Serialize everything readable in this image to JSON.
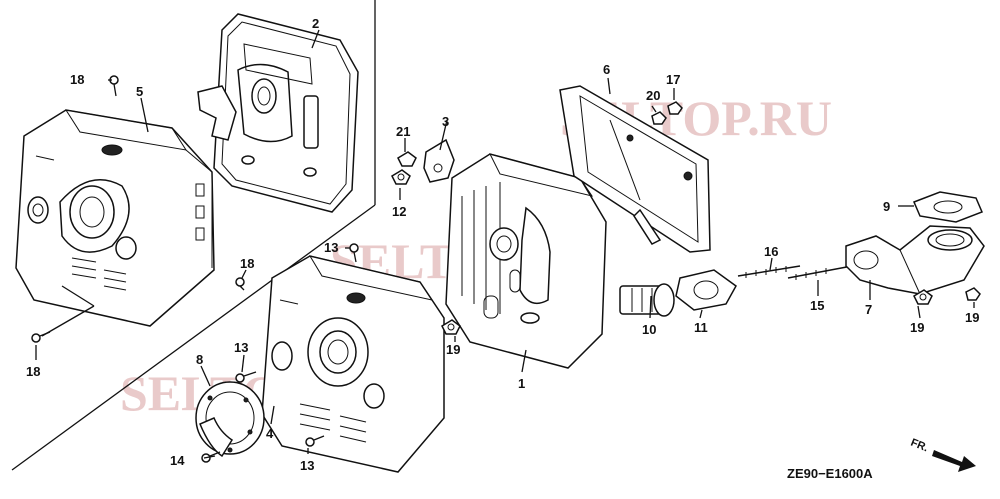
{
  "diagram": {
    "drawing_code": "ZE90−E1600A",
    "direction_mark": "FR.",
    "watermark": "SELTOP.RU",
    "callouts": {
      "c1": "1",
      "c2": "2",
      "c3": "3",
      "c4": "4",
      "c5": "5",
      "c6": "6",
      "c7": "7",
      "c8": "8",
      "c9": "9",
      "c10": "10",
      "c11": "11",
      "c12": "12",
      "c13a": "13",
      "c13b": "13",
      "c13c": "13",
      "c14": "14",
      "c15": "15",
      "c16": "16",
      "c17": "17",
      "c18a": "18",
      "c18b": "18",
      "c18c": "18",
      "c19a": "19",
      "c19b": "19",
      "c19c": "19",
      "c20": "20",
      "c21": "21"
    }
  }
}
